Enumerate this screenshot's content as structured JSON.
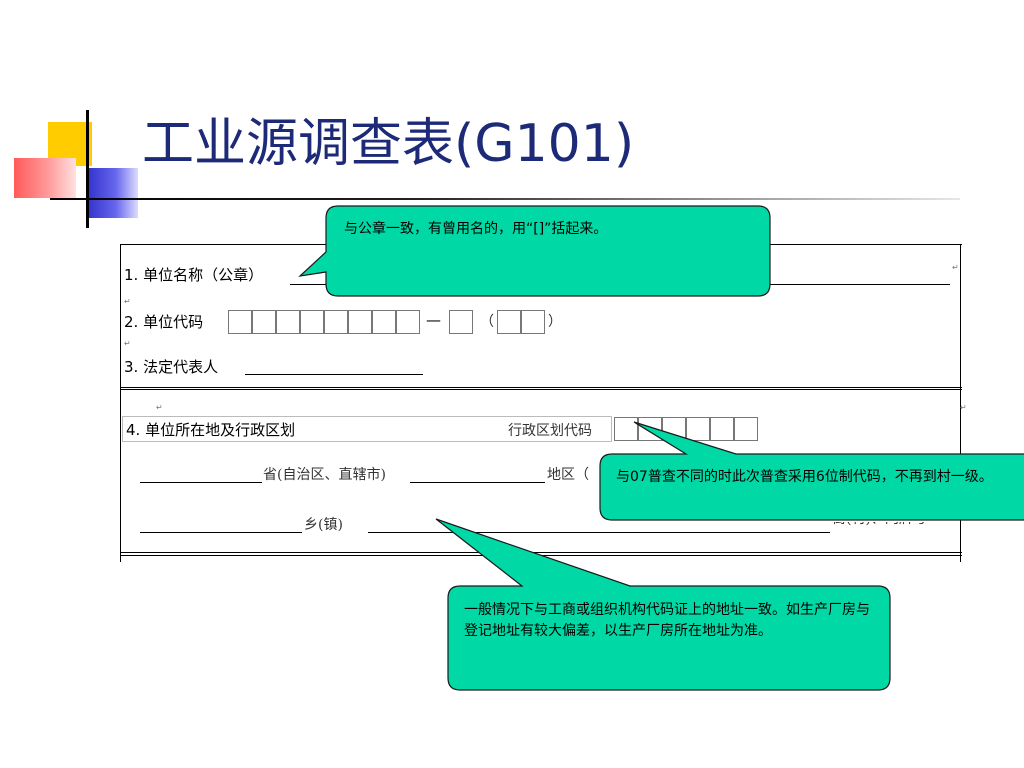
{
  "title": "工业源调查表(G101)",
  "form": {
    "item1_label": "1. 单位名称（公章）",
    "item2_label": "2. 单位代码",
    "item2_dash": "—",
    "item2_paren_open": "（",
    "item2_paren_close": "）",
    "item3_label": "3. 法定代表人",
    "item4_label": "4. 单位所在地及行政区划",
    "admin_code_label": "行政区划代码",
    "province_label": "省(自治区、直辖市)",
    "region_label": "地区（",
    "township_label": "乡(镇)",
    "street_label": "街(村)、门牌号"
  },
  "callouts": {
    "name_note": "与公章一致，有曾用名的，用“[]”括起来。",
    "code_note": "与07普查不同的时此次普查采用6位制代码，不再到村一级。",
    "address_note": "一般情况下与工商或组织机构代码证上的地址一致。如生产厂房与登记地址有较大偏差，以生产厂房所在地址为准。"
  },
  "colors": {
    "title": "#1c2a78",
    "callout_fill": "#00d9a5",
    "callout_stroke": "#1a1a1a"
  }
}
